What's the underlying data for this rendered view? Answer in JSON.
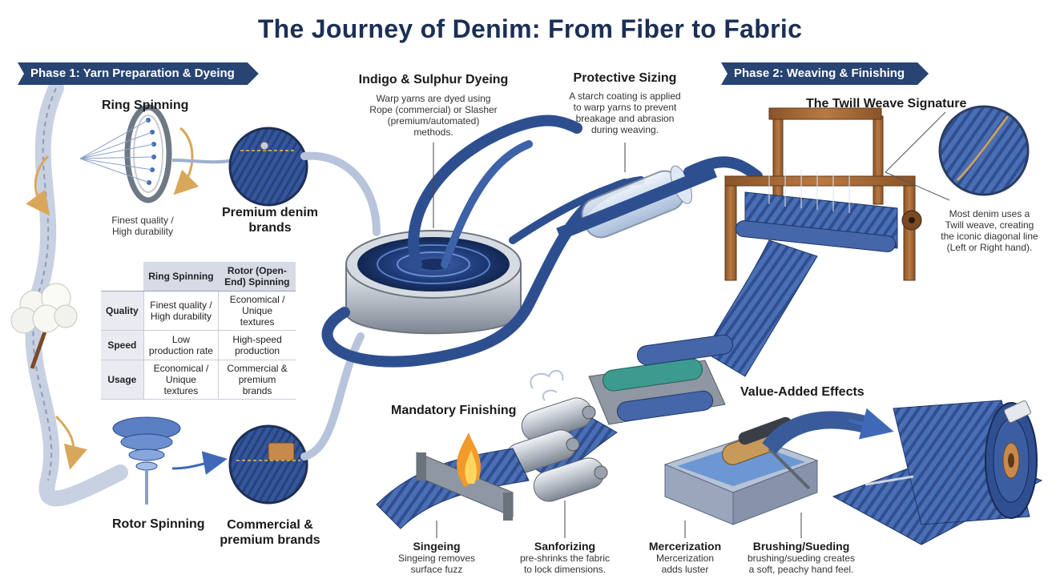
{
  "title": "The Journey of Denim: From Fiber to Fabric",
  "phase1": "Phase 1: Yarn Preparation & Dyeing",
  "phase2": "Phase 2: Weaving & Finishing",
  "ring_spinning": {
    "title": "Ring Spinning",
    "note": [
      "Finest quality /",
      "High durability"
    ],
    "brand": [
      "Premium denim",
      "brands"
    ]
  },
  "rotor_spinning": {
    "title": "Rotor Spinning",
    "brand": [
      "Commercial &",
      "premium brands"
    ]
  },
  "comparison_table": {
    "headers": [
      "",
      "Ring Spinning",
      "Rotor (Open-End) Spinning"
    ],
    "rows": [
      {
        "label": "Quality",
        "ring": "Finest quality / High durability",
        "rotor": "Economical / Unique textures"
      },
      {
        "label": "Speed",
        "ring": "Low production rate",
        "rotor": "High-speed production"
      },
      {
        "label": "Usage",
        "ring": "Economical / Unique textures",
        "rotor": "Commercial & premium brands"
      }
    ]
  },
  "dyeing": {
    "title": "Indigo & Sulphur Dyeing",
    "desc": [
      "Warp yarns are dyed using",
      "Rope (commercial) or Slasher",
      "(premium/automated)",
      "methods."
    ]
  },
  "sizing": {
    "title": "Protective Sizing",
    "desc": [
      "A starch coating is applied",
      "to warp yarns to prevent",
      "breakage and abrasion",
      "during weaving."
    ]
  },
  "twill": {
    "title": "The Twill Weave Signature",
    "desc": [
      "Most denim uses a",
      "Twill weave, creating",
      "the iconic diagonal line",
      "(Left or Right hand)."
    ]
  },
  "mandatory_finishing": "Mandatory Finishing",
  "value_added": "Value-Added Effects",
  "steps": [
    {
      "title": "Singeing",
      "desc": [
        "Singeing removes",
        "surface fuzz"
      ]
    },
    {
      "title": "Sanforizing",
      "desc": [
        "pre-shrinks the fabric",
        "to lock dimensions."
      ]
    },
    {
      "title": "Mercerization",
      "desc": [
        "Mercerization",
        "adds luster"
      ]
    },
    {
      "title": "Brushing/Sueding",
      "desc": [
        "brushing/sueding creates",
        "a soft, peachy hand feel."
      ]
    }
  ],
  "colors": {
    "navy": "#1c2f55",
    "phase_banner": "#274473",
    "denim": "#3a5b9a",
    "denim_dark": "#22386a",
    "wood": "#a76a3a",
    "accent_arrow": "#d9a75a"
  }
}
